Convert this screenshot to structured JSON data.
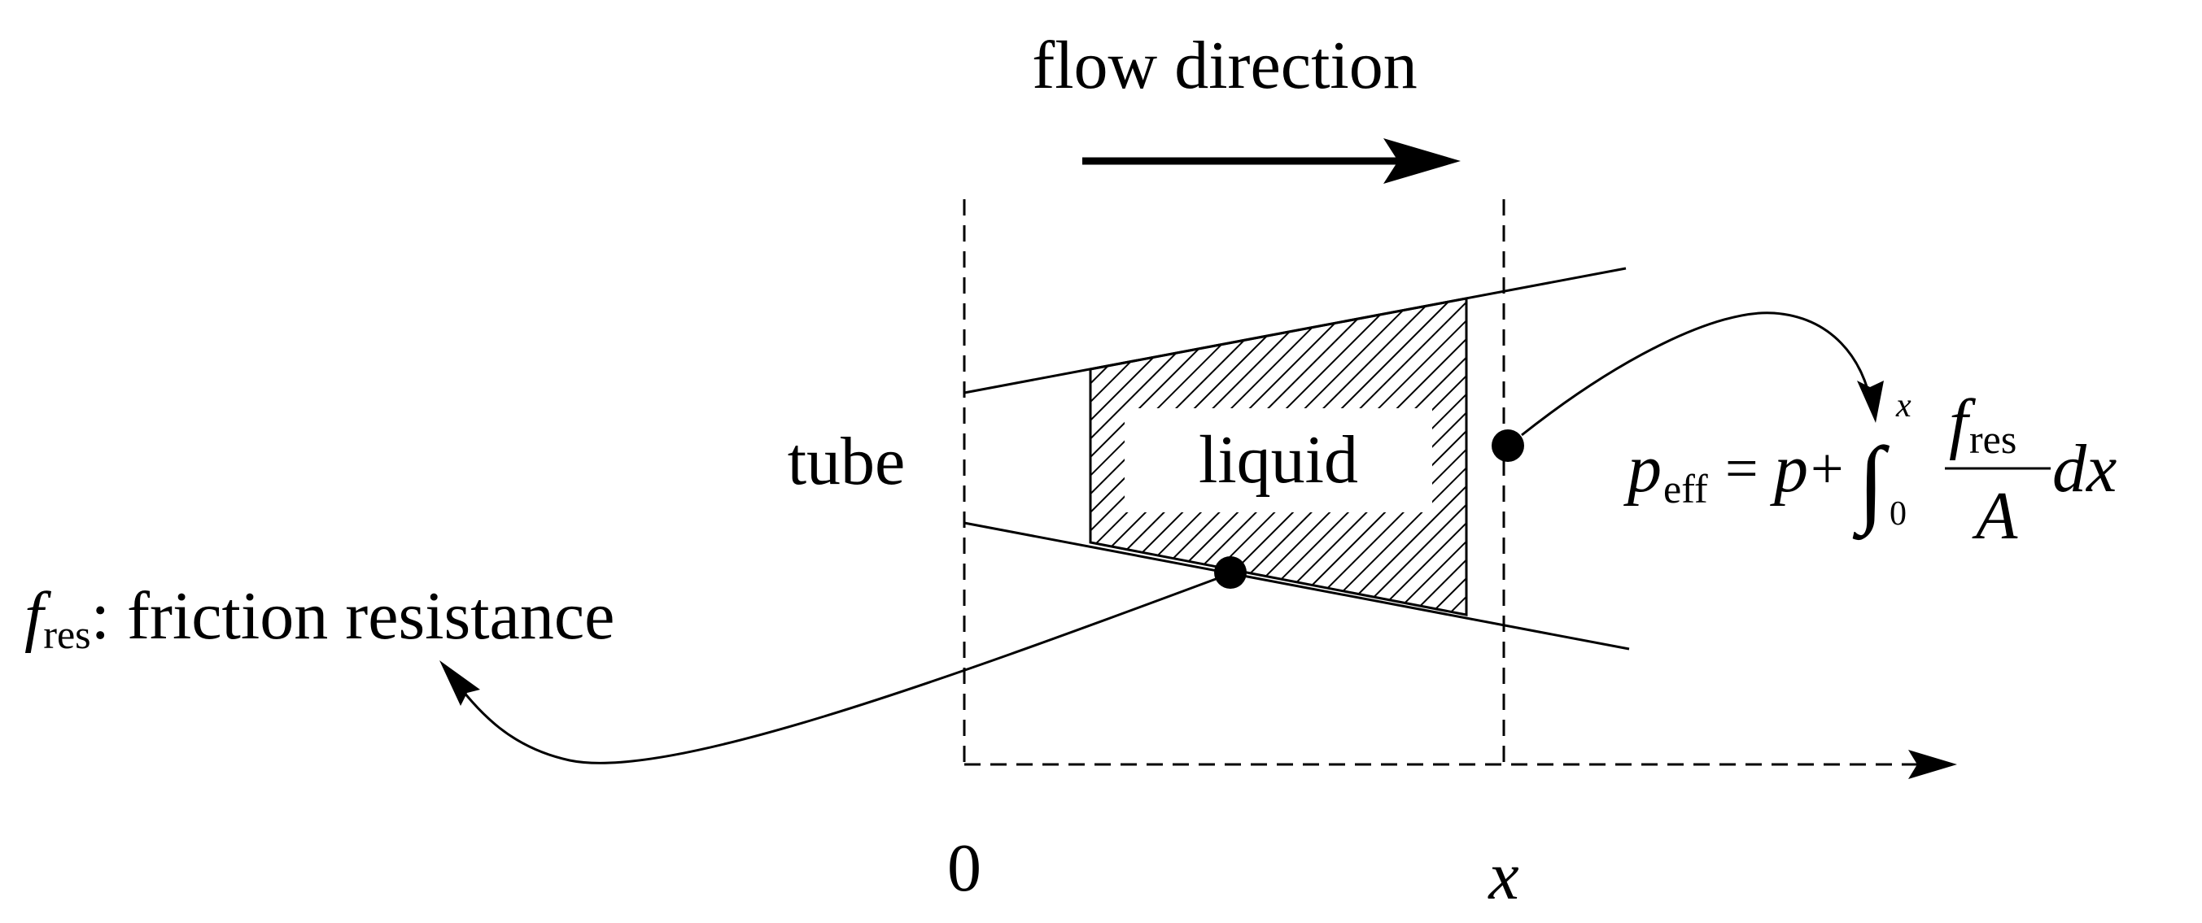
{
  "labels": {
    "flow_direction": "flow direction",
    "tube": "tube",
    "liquid": "liquid",
    "friction_symbol": "f",
    "friction_symbol_sub": "res",
    "friction_text": ": friction resistance",
    "axis_origin": "0",
    "axis_x": "x"
  },
  "equation": {
    "lhs": "p",
    "lhs_sub": "eff",
    "equals": "=",
    "p": "p",
    "plus": "+",
    "integral": "∫",
    "lower_limit": "0",
    "upper_limit": "x",
    "numerator": "f",
    "numerator_sub": "res",
    "denominator": "A",
    "differential": "dx"
  },
  "colors": {
    "ink": "#000000",
    "background": "#ffffff"
  }
}
